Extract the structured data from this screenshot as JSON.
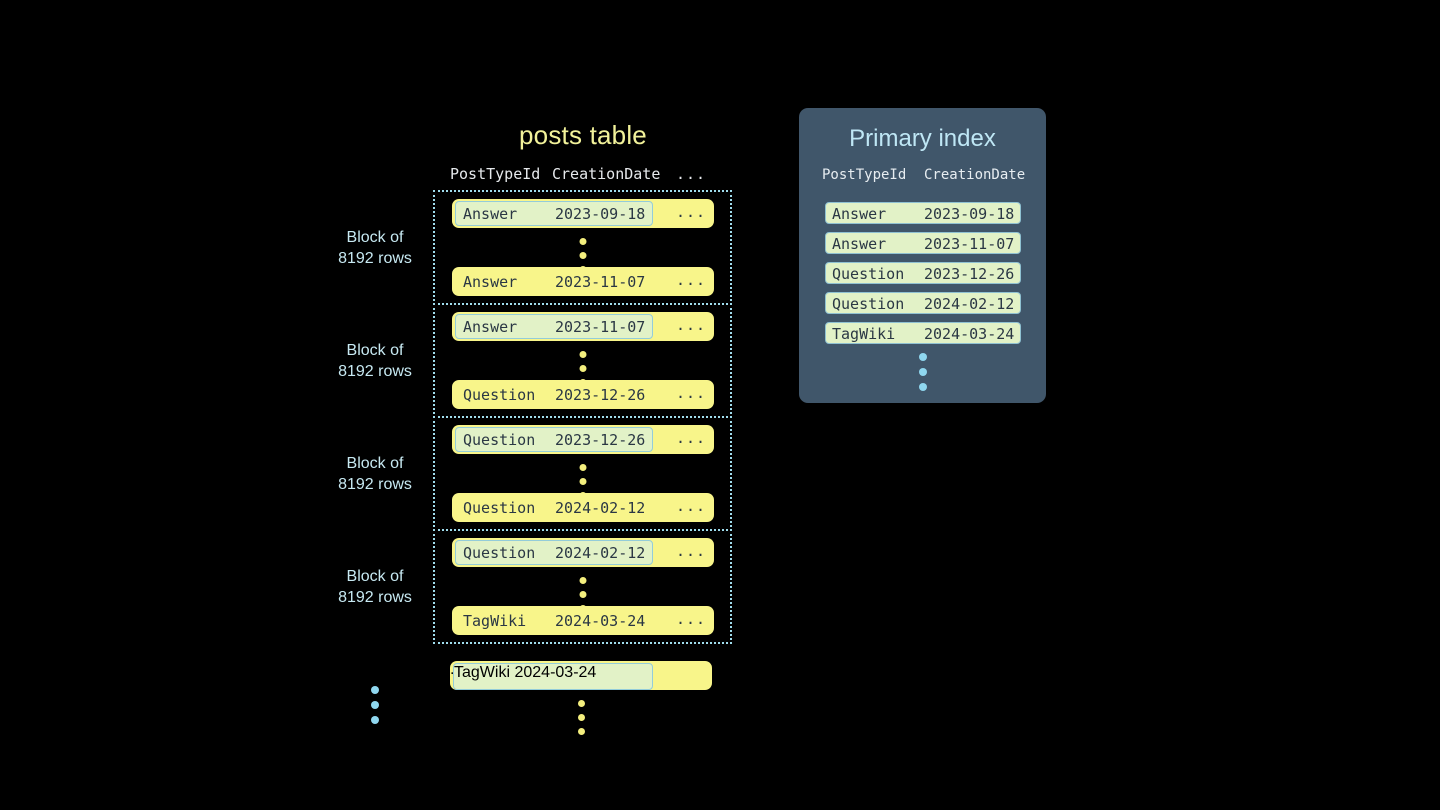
{
  "background_color": "#000000",
  "posts_table": {
    "title": "posts table",
    "columns": {
      "post_type_id": "PostTypeId",
      "creation_date": "CreationDate",
      "more": "..."
    },
    "row_ellipsis": "...",
    "block_label": "Block of\n8192 rows",
    "blocks": [
      {
        "label": "Block of\n8192 rows",
        "first_row": {
          "type": "Answer",
          "date": "2023-09-18",
          "more": "...",
          "highlighted": true
        },
        "last_row": {
          "type": "Answer",
          "date": "2023-11-07",
          "more": "...",
          "highlighted": false
        }
      },
      {
        "label": "Block of\n8192 rows",
        "first_row": {
          "type": "Answer",
          "date": "2023-11-07",
          "more": "...",
          "highlighted": true
        },
        "last_row": {
          "type": "Question",
          "date": "2023-12-26",
          "more": "...",
          "highlighted": false
        }
      },
      {
        "label": "Block of\n8192 rows",
        "first_row": {
          "type": "Question",
          "date": "2023-12-26",
          "more": "...",
          "highlighted": true
        },
        "last_row": {
          "type": "Question",
          "date": "2024-02-12",
          "more": "...",
          "highlighted": false
        }
      },
      {
        "label": "Block of\n8192 rows",
        "first_row": {
          "type": "Question",
          "date": "2024-02-12",
          "more": "...",
          "highlighted": true
        },
        "last_row": {
          "type": "TagWiki",
          "date": "2024-03-24",
          "more": "...",
          "highlighted": false
        }
      }
    ],
    "trailing_row": {
      "type": "TagWiki",
      "date": "2024-03-24",
      "more": "...",
      "highlighted": true
    },
    "colors": {
      "title": "#f2f29a",
      "row_fill": "#f8f58a",
      "row_text": "#2a3744",
      "highlight_fill": "#e2f2c7",
      "highlight_border": "#93ccda",
      "block_border": "#9fdcec",
      "block_label": "#c7e9f2",
      "inner_dots": "#f4ef7e",
      "outer_dots": "#8fd7ef",
      "header_text": "#e6e9ec"
    }
  },
  "primary_index": {
    "title": "Primary index",
    "columns": {
      "post_type_id": "PostTypeId",
      "creation_date": "CreationDate"
    },
    "rows": [
      {
        "type": "Answer",
        "date": "2023-09-18"
      },
      {
        "type": "Answer",
        "date": "2023-11-07"
      },
      {
        "type": "Question",
        "date": "2023-12-26"
      },
      {
        "type": "Question",
        "date": "2024-02-12"
      },
      {
        "type": "TagWiki",
        "date": "2024-03-24"
      }
    ],
    "colors": {
      "panel": "#40566a",
      "title": "#bfe7f5",
      "header_text": "#e7edf1",
      "row_fill": "#e2f2c7",
      "row_border": "#8fc1d2",
      "row_text": "#2a3744",
      "dots": "#8fd7ef"
    }
  }
}
